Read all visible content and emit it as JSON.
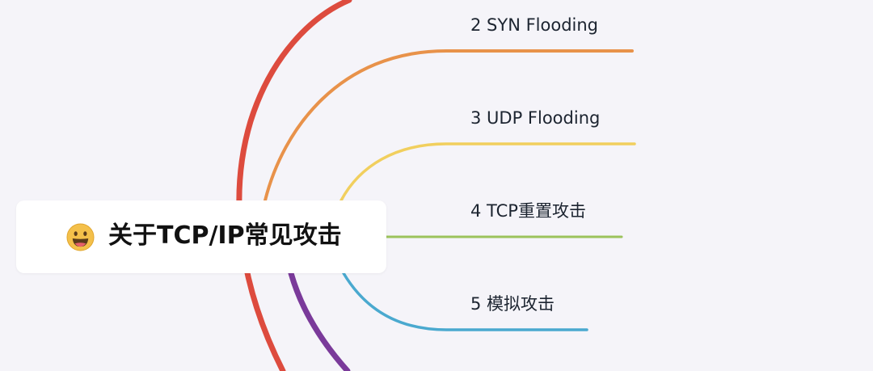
{
  "mindmap": {
    "root": {
      "emoji_name": "grinning-face-icon",
      "title": "关于TCP/IP常见攻击"
    },
    "branches": [
      {
        "label": "2 SYN Flooding",
        "color": "#e8924a"
      },
      {
        "label": "3 UDP Flooding",
        "color": "#f1cf5e"
      },
      {
        "label": "4 TCP重置攻击",
        "color": "#9cc35c"
      },
      {
        "label": "5 模拟攻击",
        "color": "#4aa9cf"
      }
    ],
    "offscreen_branches": [
      {
        "color": "#dd4b3e"
      },
      {
        "color": "#7a3a9a"
      }
    ]
  }
}
